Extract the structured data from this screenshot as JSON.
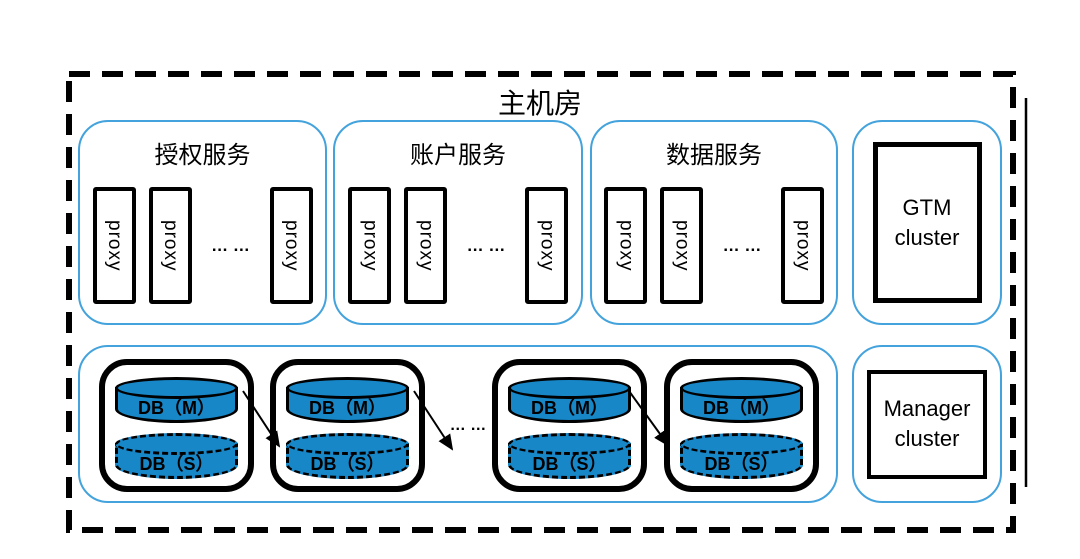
{
  "main": {
    "title": "主机房"
  },
  "colors": {
    "cylinder_fill": "#1787C8",
    "frame_blue": "#44A3DC",
    "line_black": "#000000"
  },
  "services": [
    {
      "label": "授权服务",
      "proxies": [
        "proxy",
        "proxy",
        "proxy"
      ],
      "dots": "… …"
    },
    {
      "label": "账户服务",
      "proxies": [
        "proxy",
        "proxy",
        "proxy"
      ],
      "dots": "… …"
    },
    {
      "label": "数据服务",
      "proxies": [
        "proxy",
        "proxy",
        "proxy"
      ],
      "dots": "… …"
    }
  ],
  "gtm": {
    "label": "GTM\ncluster"
  },
  "manager": {
    "label": "Manager\ncluster"
  },
  "db_cluster": {
    "dots": "… …",
    "groups": [
      {
        "master": "DB（M）",
        "slave": "DB（S）"
      },
      {
        "master": "DB（M）",
        "slave": "DB（S）"
      },
      {
        "master": "DB（M）",
        "slave": "DB（S）"
      },
      {
        "master": "DB（M）",
        "slave": "DB（S）"
      }
    ]
  }
}
